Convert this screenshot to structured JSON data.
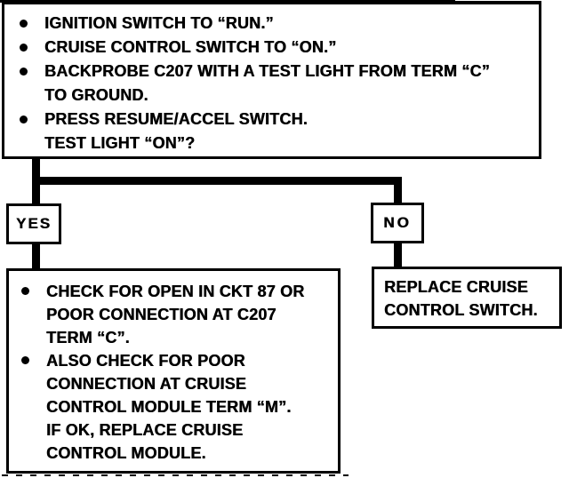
{
  "colors": {
    "ink": "#000000",
    "paper": "#ffffff"
  },
  "icons": {
    "bullet": "filled-circle-bullet-icon"
  },
  "top_box": {
    "lines": [
      {
        "bullet": true,
        "text": "IGNITION SWITCH TO “RUN.”"
      },
      {
        "bullet": true,
        "text": "CRUISE CONTROL SWITCH TO “ON.”"
      },
      {
        "bullet": true,
        "text": "BACKPROBE C207 WITH A TEST LIGHT FROM TERM “C”"
      },
      {
        "bullet": false,
        "text": "TO GROUND."
      },
      {
        "bullet": true,
        "text": "PRESS RESUME/ACCEL SWITCH."
      },
      {
        "bullet": false,
        "text": "TEST LIGHT “ON”?"
      }
    ]
  },
  "branches": {
    "yes": "YES",
    "no": "NO"
  },
  "yes_result_box": {
    "lines": [
      {
        "bullet": true,
        "text": "CHECK FOR OPEN IN CKT 87 OR"
      },
      {
        "bullet": false,
        "text": "POOR CONNECTION AT C207"
      },
      {
        "bullet": false,
        "text": "TERM “C”."
      },
      {
        "bullet": true,
        "text": "ALSO CHECK FOR POOR"
      },
      {
        "bullet": false,
        "text": "CONNECTION AT CRUISE"
      },
      {
        "bullet": false,
        "text": "CONTROL MODULE TERM “M”."
      },
      {
        "bullet": false,
        "text": "IF OK, REPLACE CRUISE"
      },
      {
        "bullet": false,
        "text": "CONTROL MODULE."
      }
    ]
  },
  "no_result_box": {
    "lines": [
      {
        "bullet": false,
        "text": "REPLACE CRUISE"
      },
      {
        "bullet": false,
        "text": "CONTROL SWITCH."
      }
    ]
  }
}
